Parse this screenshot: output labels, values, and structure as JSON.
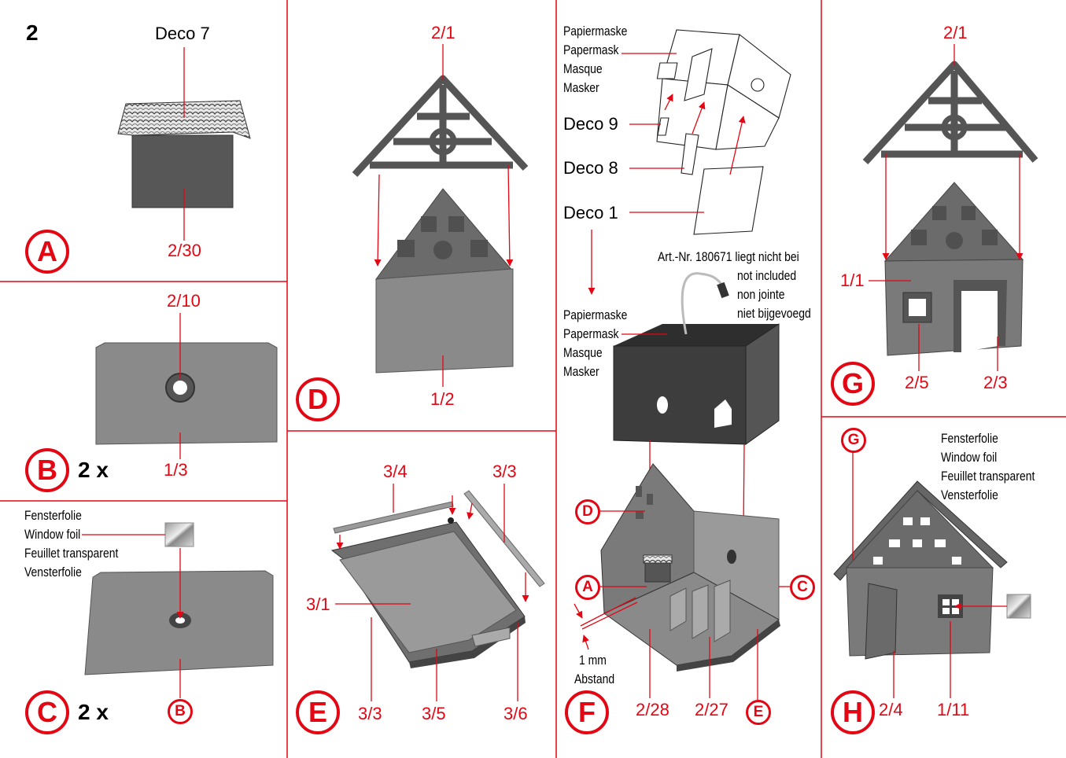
{
  "page_number": "2",
  "panels": {
    "A": {
      "letter": "A",
      "deco": "Deco 7",
      "part": "2/30"
    },
    "B": {
      "letter": "B",
      "count": "2 x",
      "top_part": "2/10",
      "bottom_part": "1/3"
    },
    "C": {
      "letter": "C",
      "count": "2 x",
      "foil": [
        "Fensterfolie",
        "Window foil",
        "Feuillet transparent",
        "Vensterfolie"
      ],
      "ref": "B"
    },
    "D": {
      "letter": "D",
      "top_part": "2/1",
      "bottom_part": "1/2"
    },
    "E": {
      "letter": "E",
      "parts": {
        "p34": "3/4",
        "p33a": "3/3",
        "p31": "3/1",
        "p33b": "3/3",
        "p35": "3/5",
        "p36": "3/6"
      }
    },
    "F": {
      "letter": "F",
      "mask_top": [
        "Papiermaske",
        "Papermask",
        "Masque",
        "Masker"
      ],
      "deco9": "Deco 9",
      "deco8": "Deco 8",
      "deco1": "Deco 1",
      "art_nr": "Art.-Nr. 180671 liegt nicht bei",
      "not_included": [
        "not included",
        "non jointe",
        "niet bijgevoegd"
      ],
      "mask_mid": [
        "Papiermaske",
        "Papermask",
        "Masque",
        "Masker"
      ],
      "refs": {
        "D": "D",
        "A": "A",
        "C": "C",
        "E": "E"
      },
      "gap": [
        "1 mm",
        "Abstand"
      ],
      "parts": {
        "p228": "2/28",
        "p227": "2/27"
      }
    },
    "G": {
      "letter": "G",
      "top_part": "2/1",
      "side_part": "1/1",
      "p25": "2/5",
      "p23": "2/3"
    },
    "H": {
      "letter": "H",
      "ref": "G",
      "foil": [
        "Fensterfolie",
        "Window foil",
        "Feuillet transparent",
        "Vensterfolie"
      ],
      "p24": "2/4",
      "p111": "1/11"
    }
  },
  "colors": {
    "accent": "#e30613",
    "part_gray": "#8a8a8a",
    "dark_gray": "#4a4a4a",
    "mask_dark": "#3a3a3a"
  }
}
